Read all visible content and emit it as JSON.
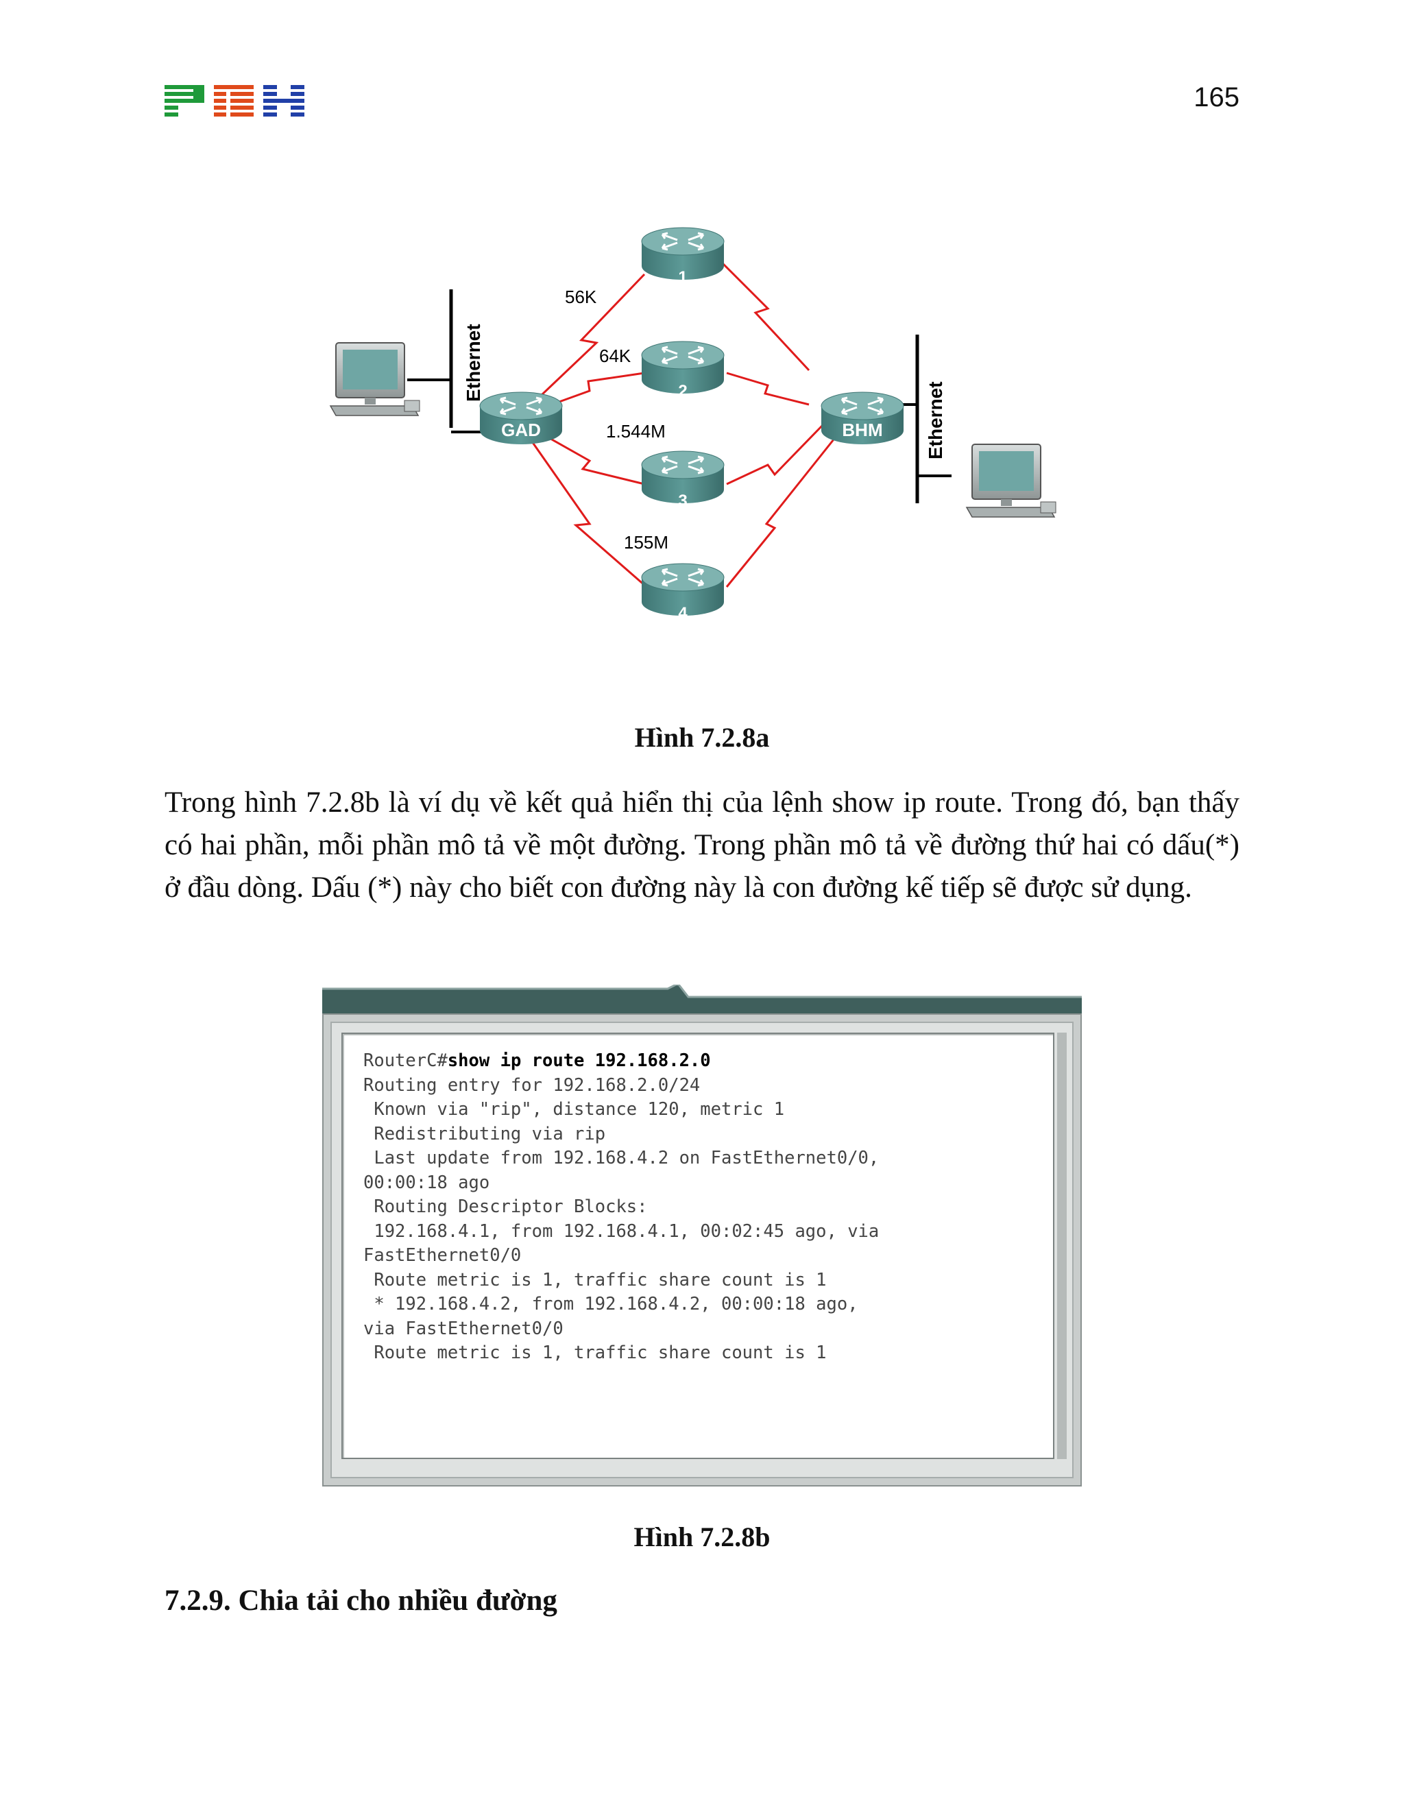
{
  "header": {
    "logo_text": "PNH",
    "page_number": "165"
  },
  "figure_a": {
    "caption": "Hình 7.2.8a",
    "ethernet_left_label": "Ethernet",
    "ethernet_right_label": "Ethernet",
    "routers": [
      {
        "id": "GAD",
        "label": "GAD"
      },
      {
        "id": "BHM",
        "label": "BHM"
      },
      {
        "id": "1",
        "label": "1"
      },
      {
        "id": "2",
        "label": "2"
      },
      {
        "id": "3",
        "label": "3"
      },
      {
        "id": "4",
        "label": "4"
      }
    ],
    "link_labels": [
      "56K",
      "64K",
      "1.544M",
      "155M"
    ],
    "icons": [
      "router-icon",
      "pc-icon",
      "serial-link-icon",
      "ethernet-segment"
    ],
    "colors": {
      "router": "#4f8c8a",
      "serial_link": "#e01b1b",
      "ethernet": "#000000"
    }
  },
  "paragraph": "Trong hình 7.2.8b là ví dụ về kết quả hiển thị của lệnh show ip route. Trong đó, bạn thấy có hai phần, mỗi phần mô tả về một đường. Trong phần mô tả về đường thứ hai có dấu(*) ở đầu dòng. Dấu (*) này cho biết con đường này là con đường kế tiếp sẽ được sử dụng.",
  "figure_b": {
    "caption": "Hình 7.2.8b",
    "prompt": "RouterC#",
    "command": "show ip route 192.168.2.0",
    "lines": [
      "Routing entry for 192.168.2.0/24",
      " Known via \"rip\", distance 120, metric 1",
      " Redistributing via rip",
      " Last update from 192.168.4.2 on FastEthernet0/0,",
      "00:00:18 ago",
      " Routing Descriptor Blocks:",
      " 192.168.4.1, from 192.168.4.1, 00:02:45 ago, via",
      "FastEthernet0/0",
      " Route metric is 1, traffic share count is 1",
      " * 192.168.4.2, from 192.168.4.2, 00:00:18 ago,",
      "via FastEthernet0/0",
      " Route metric is 1, traffic share count is 1"
    ],
    "colors": {
      "window_bar": "#3f5f5c",
      "frame": "#c9cdcc"
    }
  },
  "section": {
    "heading": "7.2.9. Chia tải cho nhiều đường"
  }
}
